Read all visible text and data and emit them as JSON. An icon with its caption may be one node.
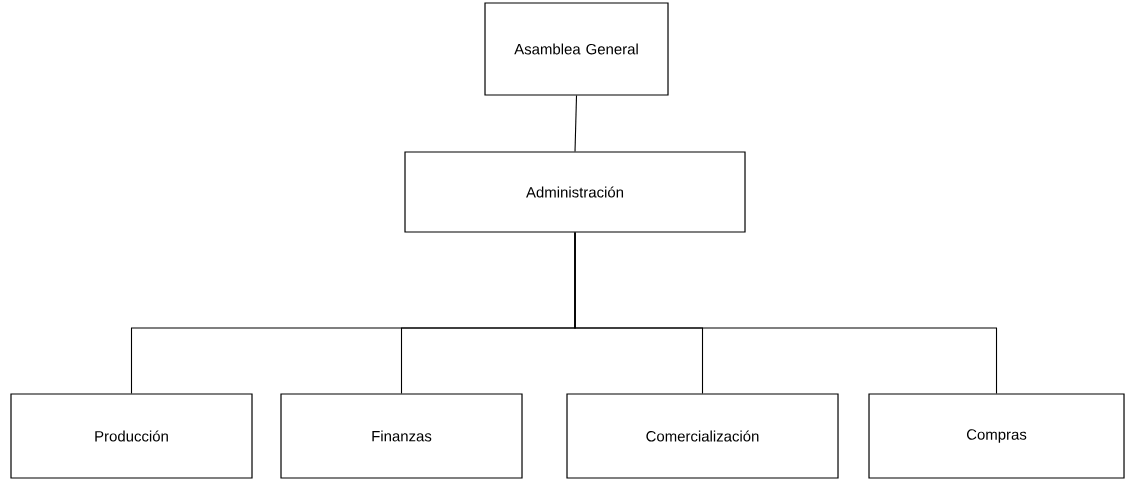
{
  "diagram": {
    "nodes": [
      {
        "text": [
          "Asamblea General"
        ]
      },
      {
        "text": [
          "Administración"
        ]
      },
      {
        "text": [
          "Producción"
        ]
      },
      {
        "text": [
          "Finanzas"
        ]
      },
      {
        "text": [
          "Comercialización"
        ]
      },
      {
        "text": [
          "Compras"
        ]
      }
    ],
    "edges": [
      {
        "from": 0,
        "to": 1,
        "arrow": "none"
      },
      {
        "from": 1,
        "to": 2,
        "arrow": "none"
      },
      {
        "from": 1,
        "to": 3,
        "arrow": "none"
      },
      {
        "from": 1,
        "to": 4,
        "arrow": "none"
      },
      {
        "from": 1,
        "to": 5,
        "arrow": "none"
      }
    ]
  }
}
